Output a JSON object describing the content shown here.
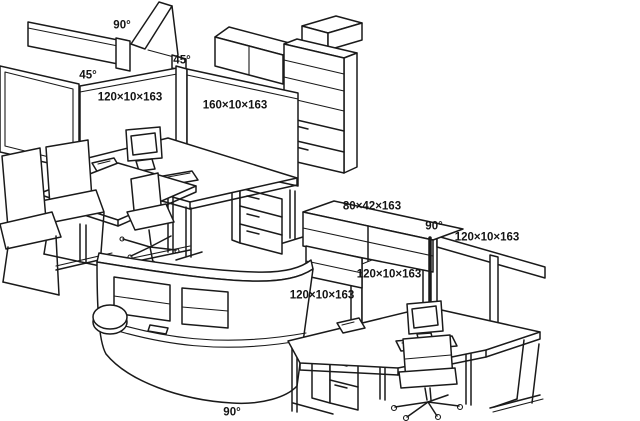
{
  "title": "Isometric office workstation layout drawing with panel dimensions",
  "colors": {
    "background": "#ffffff",
    "ink": "#1a1a1a"
  },
  "labels": {
    "ws1_corner_angle": "90°",
    "ws1_left_junction_angle": "45°",
    "ws1_right_junction_angle": "45°",
    "ws1_panel_a": "120×10×163",
    "ws1_panel_b": "160×10×163",
    "ws2_overhead_shelf": "80×42×163",
    "ws2_corner_angle": "90°",
    "ws2_rail": "120×10×163",
    "ws2_panel_mid": "120×10×163",
    "ws2_panel_left": "120×10×163",
    "ws2_counter_angle": "90°"
  }
}
